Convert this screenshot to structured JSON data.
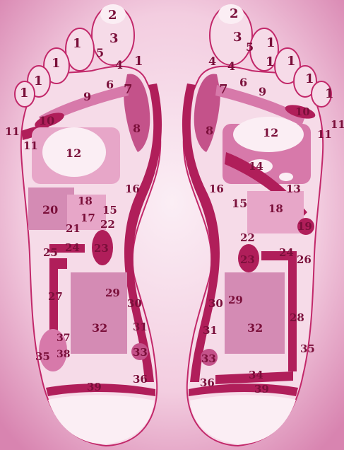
{
  "colors": {
    "background": "#e8a7c8",
    "skin": "#f6dbe8",
    "zone_pink": "#d779aa",
    "zone_dark": "#b01e5a",
    "zone_light": "#fbeef4",
    "label": "#7a0f3a"
  },
  "left_foot": {
    "labels": [
      {
        "id": "lf-2",
        "text": "2"
      },
      {
        "id": "lf-3",
        "text": "3"
      },
      {
        "id": "lf-5",
        "text": "5"
      },
      {
        "id": "lf-4",
        "text": "4"
      },
      {
        "id": "lf-1a",
        "text": "1"
      },
      {
        "id": "lf-1b",
        "text": "1"
      },
      {
        "id": "lf-1c",
        "text": "1"
      },
      {
        "id": "lf-1d",
        "text": "1"
      },
      {
        "id": "lf-1e",
        "text": "1"
      },
      {
        "id": "lf-6",
        "text": "6"
      },
      {
        "id": "lf-7",
        "text": "7"
      },
      {
        "id": "lf-9",
        "text": "9"
      },
      {
        "id": "lf-10",
        "text": "10"
      },
      {
        "id": "lf-11a",
        "text": "11"
      },
      {
        "id": "lf-11b",
        "text": "11"
      },
      {
        "id": "lf-8",
        "text": "8"
      },
      {
        "id": "lf-12",
        "text": "12"
      },
      {
        "id": "lf-16",
        "text": "16"
      },
      {
        "id": "lf-20",
        "text": "20"
      },
      {
        "id": "lf-18",
        "text": "18"
      },
      {
        "id": "lf-15",
        "text": "15"
      },
      {
        "id": "lf-17",
        "text": "17"
      },
      {
        "id": "lf-21",
        "text": "21"
      },
      {
        "id": "lf-22",
        "text": "22"
      },
      {
        "id": "lf-23",
        "text": "23"
      },
      {
        "id": "lf-25",
        "text": "25"
      },
      {
        "id": "lf-24",
        "text": "24"
      },
      {
        "id": "lf-27",
        "text": "27"
      },
      {
        "id": "lf-29",
        "text": "29"
      },
      {
        "id": "lf-30",
        "text": "30"
      },
      {
        "id": "lf-32",
        "text": "32"
      },
      {
        "id": "lf-31",
        "text": "31"
      },
      {
        "id": "lf-37",
        "text": "37"
      },
      {
        "id": "lf-35",
        "text": "35"
      },
      {
        "id": "lf-38",
        "text": "38"
      },
      {
        "id": "lf-33",
        "text": "33"
      },
      {
        "id": "lf-36",
        "text": "36"
      },
      {
        "id": "lf-39",
        "text": "39"
      }
    ]
  },
  "right_foot": {
    "labels": [
      {
        "id": "rf-2",
        "text": "2"
      },
      {
        "id": "rf-3",
        "text": "3"
      },
      {
        "id": "rf-5",
        "text": "5"
      },
      {
        "id": "rf-4a",
        "text": "4"
      },
      {
        "id": "rf-4b",
        "text": "4"
      },
      {
        "id": "rf-1a",
        "text": "1"
      },
      {
        "id": "rf-1b",
        "text": "1"
      },
      {
        "id": "rf-1c",
        "text": "1"
      },
      {
        "id": "rf-1d",
        "text": "1"
      },
      {
        "id": "rf-1e",
        "text": "1"
      },
      {
        "id": "rf-7",
        "text": "7"
      },
      {
        "id": "rf-6",
        "text": "6"
      },
      {
        "id": "rf-9",
        "text": "9"
      },
      {
        "id": "rf-10",
        "text": "10"
      },
      {
        "id": "rf-11a",
        "text": "11"
      },
      {
        "id": "rf-11b",
        "text": "11"
      },
      {
        "id": "rf-8",
        "text": "8"
      },
      {
        "id": "rf-12",
        "text": "12"
      },
      {
        "id": "rf-14",
        "text": "14"
      },
      {
        "id": "rf-13",
        "text": "13"
      },
      {
        "id": "rf-16",
        "text": "16"
      },
      {
        "id": "rf-15",
        "text": "15"
      },
      {
        "id": "rf-18",
        "text": "18"
      },
      {
        "id": "rf-19",
        "text": "19"
      },
      {
        "id": "rf-22",
        "text": "22"
      },
      {
        "id": "rf-23",
        "text": "23"
      },
      {
        "id": "rf-24",
        "text": "24"
      },
      {
        "id": "rf-26",
        "text": "26"
      },
      {
        "id": "rf-30",
        "text": "30"
      },
      {
        "id": "rf-29",
        "text": "29"
      },
      {
        "id": "rf-28",
        "text": "28"
      },
      {
        "id": "rf-31",
        "text": "31"
      },
      {
        "id": "rf-32",
        "text": "32"
      },
      {
        "id": "rf-35",
        "text": "35"
      },
      {
        "id": "rf-33",
        "text": "33"
      },
      {
        "id": "rf-34",
        "text": "34"
      },
      {
        "id": "rf-36",
        "text": "36"
      },
      {
        "id": "rf-39",
        "text": "39"
      }
    ]
  }
}
